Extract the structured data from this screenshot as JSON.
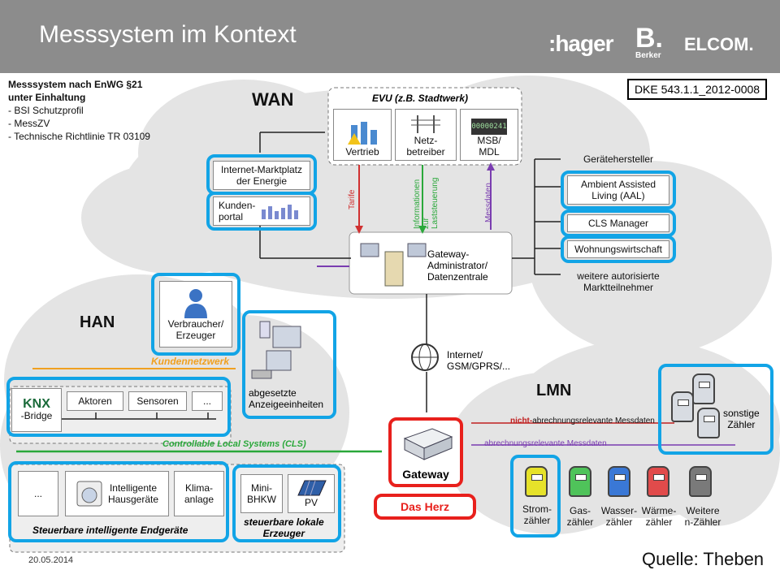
{
  "header": {
    "title": "Messsystem im Kontext",
    "logos": {
      "hager": ":hager",
      "berker_letter": "B.",
      "berker_sub": "Berker",
      "elcom": "ELCOM."
    }
  },
  "intro": {
    "line1": "Messsystem nach EnWG §21",
    "line2": "unter Einhaltung",
    "line3": "- BSI Schutzprofil",
    "line4": "- MessZV",
    "line5": "- Technische Richtlinie TR 03109"
  },
  "dke": "DKE 543.1.1_2012-0008",
  "wan": {
    "label": "WAN",
    "evu_title": "EVU (z.B. Stadtwerk)",
    "evu_items": [
      "Vertrieb",
      "Netz-\nbetreiber",
      "MSB/\nMDL"
    ],
    "evu_screen": "00000241",
    "marktplatz": "Internet-Marktplatz\nder Energie",
    "kundenportal": "Kunden-\nportal",
    "arrows": {
      "tarife": "Tarife",
      "informationen": "Informationen\nzur\nLaststeuerung",
      "messdaten": "Messdaten"
    },
    "gateway_admin": "Gateway-\nAdministrator/\nDatenzentrale",
    "right_items": [
      "Gerätehersteller",
      "Ambient Assisted\nLiving (AAL)",
      "CLS Manager",
      "Wohnungswirtschaft",
      "weitere autorisierte\nMarktteilnehmer"
    ]
  },
  "han": {
    "label": "HAN",
    "verbraucher": "Verbraucher/\nErzeuger",
    "kundennetzwerk": "Kundennetzwerk",
    "knx_logo": "KNX",
    "knx": "-Bridge",
    "aktoren": "Aktoren",
    "sensoren": "Sensoren",
    "more1": "...",
    "abgesetzte": "abgesetzte\nAnzeigeeinheiten",
    "cls_line": "Controllable Local Systems (CLS)",
    "more2": "...",
    "hausgeraete": "Intelligente\nHausgeräte",
    "klima": "Klima-\nanlage",
    "bhkw": "Mini-\nBHKW",
    "pv": "PV",
    "steuerbare_geraete": "Steuerbare intelligente Endgeräte",
    "steuerbare_erzeuger": "steuerbare lokale\nErzeuger"
  },
  "center": {
    "internet": "Internet/\nGSM/GPRS/...",
    "gateway": "Gateway",
    "das_herz": "Das Herz"
  },
  "lmn": {
    "label": "LMN",
    "nicht_prefix": "nicht-",
    "nicht_rest": "abrechnungsrelevante Messdaten",
    "abrechnung": "abrechnungsrelevante Messdaten",
    "sonstige": "sonstige\nZähler",
    "meters": [
      {
        "label": "Strom-\nzähler",
        "color": "#e6e22a"
      },
      {
        "label": "Gas-\nzähler",
        "color": "#4fc35a"
      },
      {
        "label": "Wasser-\nzähler",
        "color": "#3a78d6"
      },
      {
        "label": "Wärme-\nzähler",
        "color": "#e14b4b"
      },
      {
        "label": "Weitere\nn-Zähler",
        "color": "#7a7a7a"
      }
    ]
  },
  "colors": {
    "cyan": "#12a4e6",
    "red": "#e8201c",
    "green": "#2aa83a",
    "orange": "#f0a020"
  },
  "footer": {
    "date": "20.05.2014",
    "source": "Quelle: Theben"
  }
}
